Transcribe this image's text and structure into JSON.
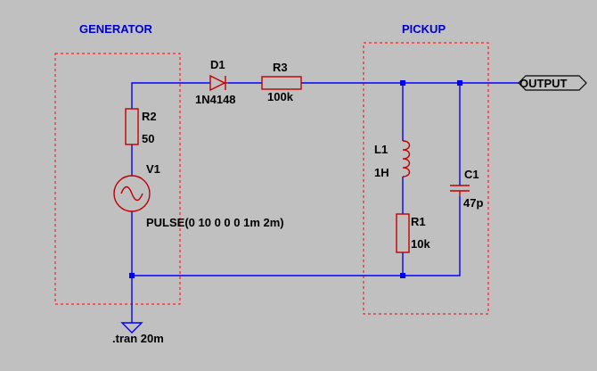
{
  "groups": {
    "generator": "GENERATOR",
    "pickup": "PICKUP"
  },
  "components": {
    "d1": {
      "name": "D1",
      "value": "1N4148"
    },
    "r3": {
      "name": "R3",
      "value": "100k"
    },
    "r2": {
      "name": "R2",
      "value": "50"
    },
    "v1": {
      "name": "V1",
      "value": "PULSE(0 10 0 0 0 1m 2m)"
    },
    "l1": {
      "name": "L1",
      "value": "1H"
    },
    "c1": {
      "name": "C1",
      "value": "47p"
    },
    "r1": {
      "name": "R1",
      "value": "10k"
    }
  },
  "output_label": "OUTPUT",
  "directive": ".tran 20m",
  "colors": {
    "background": "#c0c0c0",
    "wire": "#0000ff",
    "component": "#c00000",
    "group_box": "#ff0000",
    "group_label": "#0000cc",
    "text": "#000000"
  }
}
